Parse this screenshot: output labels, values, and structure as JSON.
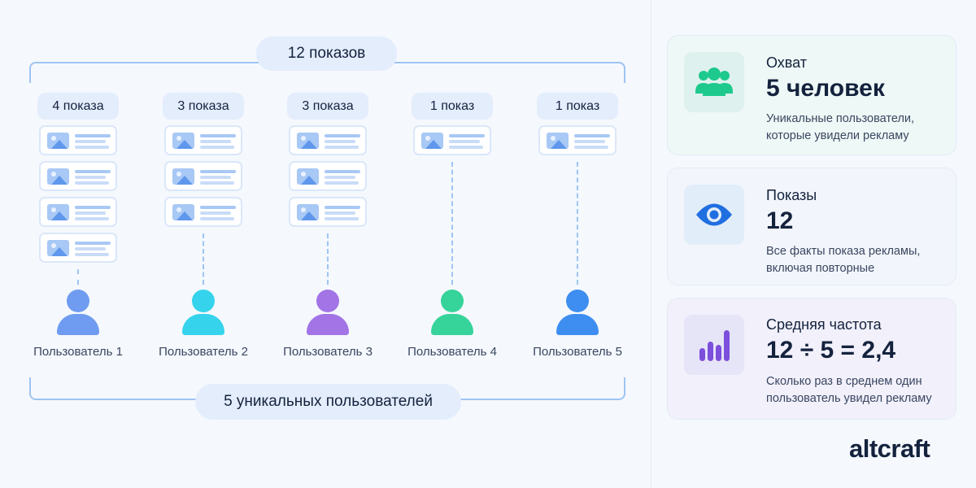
{
  "diagram": {
    "total_label": "12 показов",
    "users_total_label": "5 уникальных пользователей",
    "columns": [
      {
        "count_label": "4 показа",
        "impressions": 4,
        "user_label": "Пользователь 1",
        "color": "#6f9cf0"
      },
      {
        "count_label": "3 показа",
        "impressions": 3,
        "user_label": "Пользователь 2",
        "color": "#35d4ec"
      },
      {
        "count_label": "3 показа",
        "impressions": 3,
        "user_label": "Пользователь 3",
        "color": "#a274e6"
      },
      {
        "count_label": "1 показ",
        "impressions": 1,
        "user_label": "Пользователь 4",
        "color": "#36d39a"
      },
      {
        "count_label": "1 показ",
        "impressions": 1,
        "user_label": "Пользователь 5",
        "color": "#3d8ef0"
      }
    ],
    "card_icon": "image-card-icon"
  },
  "metrics": [
    {
      "key": "reach",
      "icon": "users-icon",
      "icon_color": "#1ec98e",
      "title": "Охват",
      "value": "5 человек",
      "description": "Уникальные пользователи, которые увидели рекламу"
    },
    {
      "key": "shows",
      "icon": "eye-icon",
      "icon_color": "#1f6fe0",
      "title": "Показы",
      "value": "12",
      "description": "Все факты показа рекламы, включая повторные"
    },
    {
      "key": "freq",
      "icon": "bar-chart-icon",
      "icon_color": "#7c4fdc",
      "title": "Средняя частота",
      "value": "12 ÷ 5 = 2,4",
      "description": "Сколько раз в среднем один пользователь увидел рекламу"
    }
  ],
  "brand": {
    "logo_text": "altcraft"
  }
}
